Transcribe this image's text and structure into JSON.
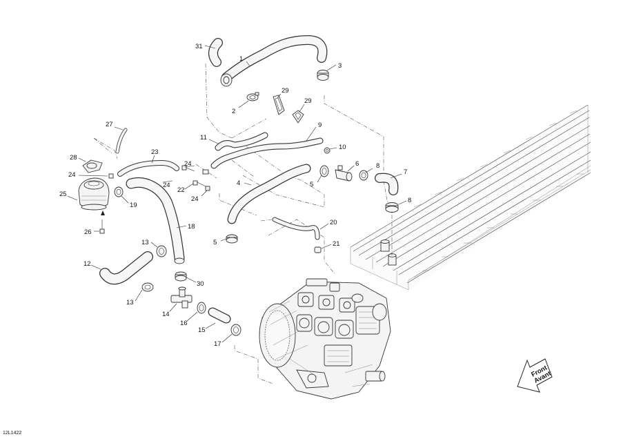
{
  "diagram": {
    "doc_code": "12L1422",
    "front_label": "Front",
    "front_label_alt": "Avant",
    "callouts": [
      {
        "key": "c31",
        "text": "31"
      },
      {
        "key": "c1",
        "text": "1"
      },
      {
        "key": "c3",
        "text": "3"
      },
      {
        "key": "c29a",
        "text": "29"
      },
      {
        "key": "c29b",
        "text": "29"
      },
      {
        "key": "c2",
        "text": "2"
      },
      {
        "key": "c27",
        "text": "27"
      },
      {
        "key": "c11",
        "text": "11"
      },
      {
        "key": "c9",
        "text": "9"
      },
      {
        "key": "c10",
        "text": "10"
      },
      {
        "key": "c28",
        "text": "28"
      },
      {
        "key": "c23",
        "text": "23"
      },
      {
        "key": "c24a",
        "text": "24"
      },
      {
        "key": "c6",
        "text": "6"
      },
      {
        "key": "c8a",
        "text": "8"
      },
      {
        "key": "c7",
        "text": "7"
      },
      {
        "key": "c24b",
        "text": "24"
      },
      {
        "key": "c24c",
        "text": "24"
      },
      {
        "key": "c22",
        "text": "22"
      },
      {
        "key": "c4",
        "text": "4"
      },
      {
        "key": "c5a",
        "text": "5"
      },
      {
        "key": "c25",
        "text": "25"
      },
      {
        "key": "c19",
        "text": "19"
      },
      {
        "key": "c24d",
        "text": "24"
      },
      {
        "key": "c8b",
        "text": "8"
      },
      {
        "key": "c18",
        "text": "18"
      },
      {
        "key": "c20",
        "text": "20"
      },
      {
        "key": "c26",
        "text": "26"
      },
      {
        "key": "c5b",
        "text": "5"
      },
      {
        "key": "c13a",
        "text": "13"
      },
      {
        "key": "c21",
        "text": "21"
      },
      {
        "key": "c12",
        "text": "12"
      },
      {
        "key": "c30",
        "text": "30"
      },
      {
        "key": "c13b",
        "text": "13"
      },
      {
        "key": "c14",
        "text": "14"
      },
      {
        "key": "c16",
        "text": "16"
      },
      {
        "key": "c15",
        "text": "15"
      },
      {
        "key": "c17",
        "text": "17"
      }
    ]
  }
}
